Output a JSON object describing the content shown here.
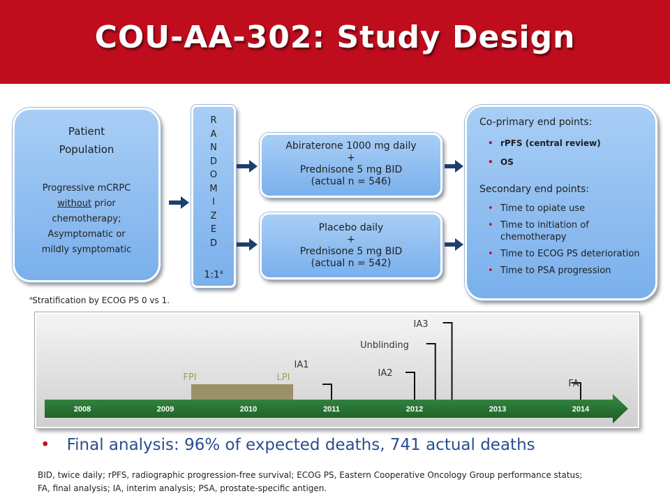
{
  "title": "COU-AA-302: Study Design",
  "patient": {
    "heading_line1": "Patient",
    "heading_line2": "Population",
    "line1": "Progressive mCRPC",
    "line2_underlined": "without",
    "line2_rest": " prior",
    "line3": "chemotherapy;",
    "line4": "Asymptomatic or",
    "line5": "mildly symptomatic"
  },
  "randomized": {
    "letters": [
      "R",
      "A",
      "N",
      "D",
      "O",
      "M",
      "I",
      "Z",
      "E",
      "D"
    ],
    "ratio": "1:1",
    "ratio_footnote_mark": "a"
  },
  "arms": [
    {
      "line1": "Abiraterone 1000 mg daily",
      "line2": "+",
      "line3": "Prednisone 5 mg BID",
      "line4": "(actual n = 546)"
    },
    {
      "line1": "Placebo daily",
      "line2": "+",
      "line3": "Prednisone 5 mg BID",
      "line4": "(actual n = 542)"
    }
  ],
  "endpoints": {
    "coprimary_heading": "Co-primary end points:",
    "coprimary": [
      "rPFS (central review)",
      "OS"
    ],
    "secondary_heading": "Secondary end points:",
    "secondary": [
      "Time to opiate use",
      "Time to initiation of chemotherapy",
      "Time to ECOG PS deterioration",
      "Time to PSA progression"
    ]
  },
  "stratification": {
    "mark": "a",
    "text": "Stratification by ECOG PS 0 vs 1."
  },
  "timeline": {
    "years": [
      "2008",
      "2009",
      "2010",
      "2011",
      "2012",
      "2013",
      "2014"
    ],
    "enrollment_start_label": "FPI",
    "enrollment_end_label": "LPI",
    "events": [
      {
        "label": "IA1",
        "year": 2011.0
      },
      {
        "label": "IA2",
        "year": 2012.0
      },
      {
        "label": "Unblinding",
        "year": 2012.25
      },
      {
        "label": "IA3",
        "year": 2012.45
      },
      {
        "label": "FA",
        "year": 2014.0
      }
    ],
    "colors": {
      "bar": "#1e6b2b",
      "enrollment": "#9a9166",
      "bracket": "#111111"
    }
  },
  "bullet": "Final analysis: 96% of expected deaths, 741 actual deaths",
  "footnote_line1": "BID, twice daily; rPFS, radiographic progression-free survival; ECOG PS, Eastern Cooperative Oncology Group performance status;",
  "footnote_line2": "FA, final analysis; IA, interim analysis; PSA, prostate-specific antigen."
}
